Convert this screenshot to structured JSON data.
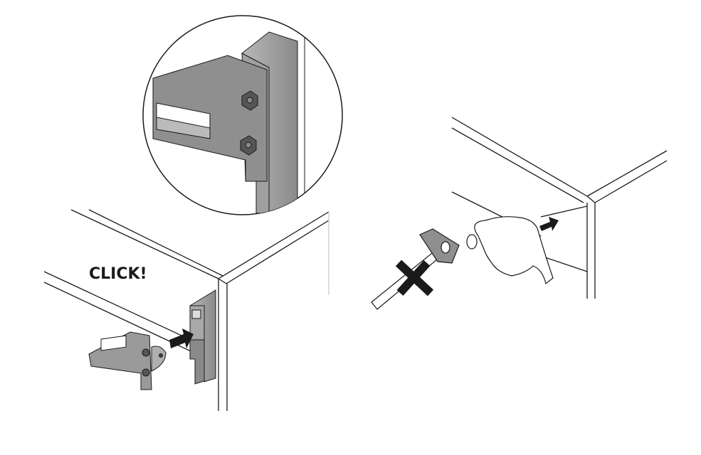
{
  "diagram": {
    "callout_text": "CLICK!",
    "colors": {
      "line": "#1a1a1a",
      "metal": "#9a9a9a",
      "metal_dark": "#6e6e6e",
      "metal_light": "#c4c4c4",
      "arrow": "#1a1a1a"
    },
    "steps": [
      {
        "name": "attach-bracket",
        "icon": "arrow-right-icon"
      },
      {
        "name": "press-by-hand-no-hammer",
        "icon": "no-hammer-icon"
      }
    ]
  }
}
